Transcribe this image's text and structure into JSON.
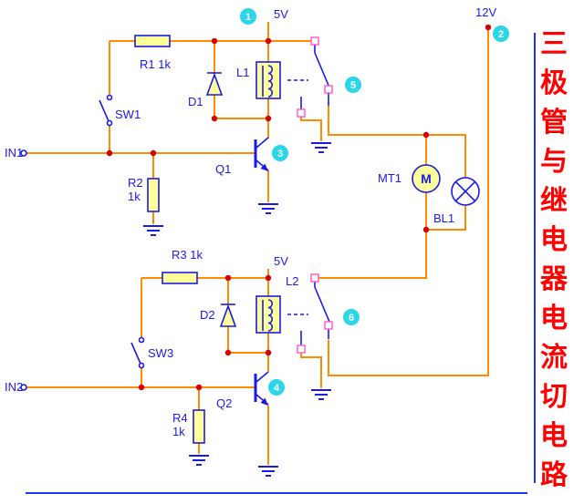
{
  "title": {
    "full": "三极管与继电器电流切电路",
    "chars": [
      "三",
      "极",
      "管",
      "与",
      "继",
      "电",
      "器",
      "电",
      "流",
      "切",
      "电",
      "路"
    ]
  },
  "power": {
    "v5_top": "5V",
    "v12": "12V",
    "v5_bottom": "5V"
  },
  "components": {
    "r1": {
      "label": "R1  1k"
    },
    "r2": {
      "label": "R2",
      "value": "1k"
    },
    "r3": {
      "label": "R3  1k"
    },
    "r4": {
      "label": "R4",
      "value": "1k"
    },
    "sw1": {
      "label": "SW1"
    },
    "sw3": {
      "label": "SW3"
    },
    "in1": {
      "label": "IN1"
    },
    "in2": {
      "label": "IN2"
    },
    "d1": {
      "label": "D1"
    },
    "d2": {
      "label": "D2"
    },
    "l1": {
      "label": "L1"
    },
    "l2": {
      "label": "L2"
    },
    "q1": {
      "label": "Q1"
    },
    "q2": {
      "label": "Q2"
    },
    "mt1": {
      "label": "MT1",
      "symbol": "M"
    },
    "bl1": {
      "label": "BL1"
    }
  },
  "markers": {
    "node1": "1",
    "node2": "2",
    "node3": "3",
    "node4": "4",
    "node5": "5",
    "node6": "6"
  },
  "colors": {
    "wire": "#ff8c00",
    "symbol_blue": "#1a1ae6",
    "component_fill": "#ffff99",
    "junction_dot": "#d40000",
    "node_marker": "#2bd6e8",
    "terminal_pink": "#ff55cc",
    "title_red": "#ff0000"
  }
}
